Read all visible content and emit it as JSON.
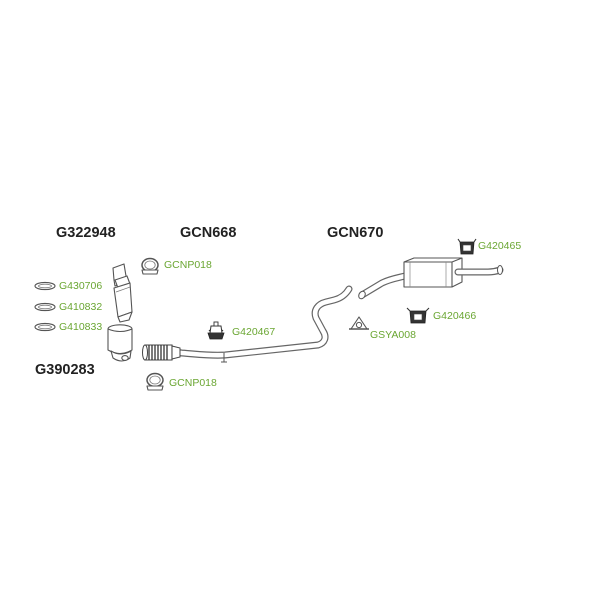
{
  "labels": {
    "g322948": "G322948",
    "gcn668": "GCN668",
    "gcn670": "GCN670",
    "g390283": "G390283",
    "gcnp018_top": "GCNP018",
    "gcnp018_bottom": "GCNP018",
    "g430706": "G430706",
    "g410832": "G410832",
    "g410833": "G410833",
    "g420467": "G420467",
    "g420465": "G420465",
    "g420466": "G420466",
    "gsya008": "GSYA008"
  },
  "colors": {
    "part_number": "#6aa632",
    "assembly_number": "#222222",
    "outline": "#555555"
  }
}
